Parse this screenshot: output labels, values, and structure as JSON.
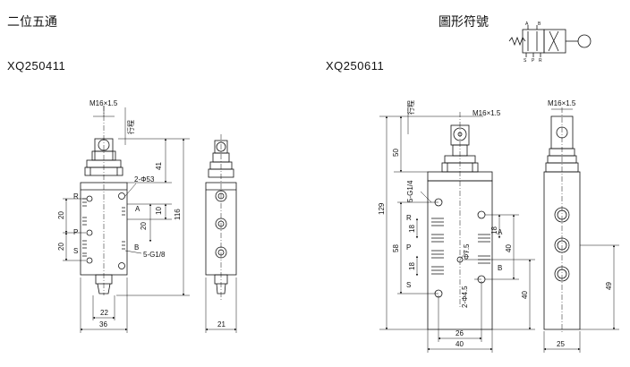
{
  "header": {
    "title_left": "二位五通",
    "title_right": "圖形符號",
    "model_left": "XQ250411",
    "model_right": "XQ250611"
  },
  "symbol": {
    "top_ports": [
      "A",
      "B"
    ],
    "bottom_ports": [
      "S",
      "P",
      "R"
    ]
  },
  "left_front": {
    "thread_top": "M16×1.5",
    "stroke_label": "行程",
    "hole_note": "2-Φ53",
    "port_note": "5-G1/8",
    "ports": [
      "R",
      "P",
      "S",
      "A",
      "B"
    ],
    "dims": {
      "h1": "41",
      "h2": "10",
      "h3": "20",
      "overall": "116",
      "left1": "20",
      "left2": "20",
      "w1": "22",
      "w2": "36"
    }
  },
  "left_side": {
    "width": "21"
  },
  "right_front": {
    "thread_top": "M16×1.5",
    "stroke_label": "行程",
    "port_note": "5-G1/4",
    "hole_note": "2-Φ4.5",
    "center_note": "Φ7.5",
    "ports": [
      "R",
      "P",
      "S",
      "A",
      "B"
    ],
    "dims": {
      "h_top": "50",
      "overall": "129",
      "mid": "58",
      "s1": "18",
      "s2": "18",
      "r1": "18",
      "r2": "40",
      "rb": "40",
      "w1": "26",
      "w2": "40"
    }
  },
  "right_side": {
    "width": "25",
    "height": "49"
  }
}
